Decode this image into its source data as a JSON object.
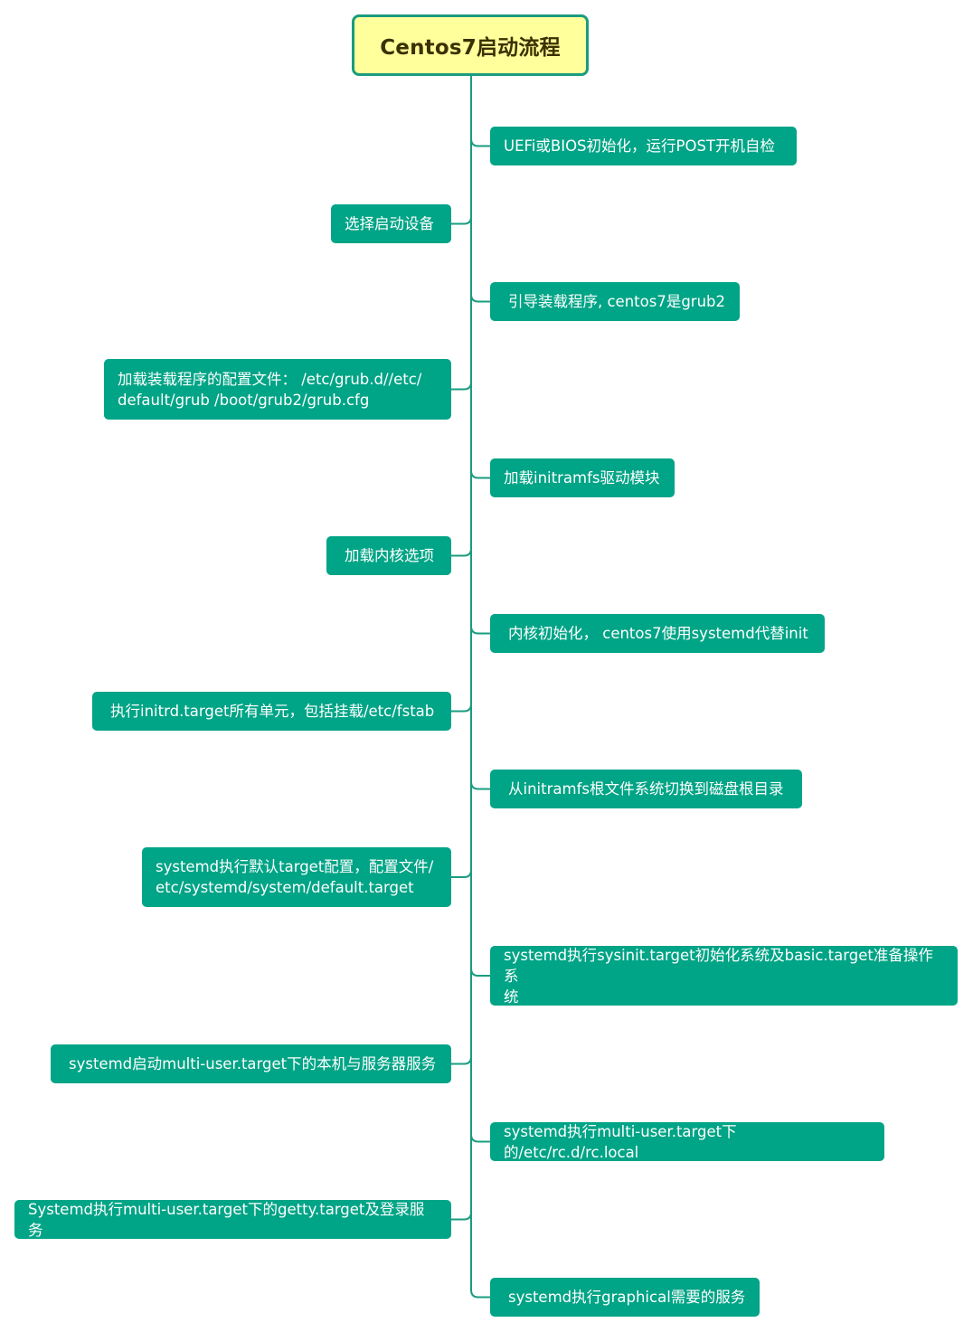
{
  "title": "Centos7启动流程",
  "colors": {
    "node_bg": "#00a486",
    "line": "#1a9c80",
    "root_bg": "#ffff9c",
    "root_text": "#3b3100"
  },
  "steps": [
    {
      "side": "right",
      "text": "UEFi或BIOS初始化，运行POST开机自检"
    },
    {
      "side": "left",
      "text": "选择启动设备"
    },
    {
      "side": "right",
      "text": "引导装载程序, centos7是grub2"
    },
    {
      "side": "left",
      "text": "加载装载程序的配置文件： /etc/grub.d//etc/\ndefault/grub /boot/grub2/grub.cfg"
    },
    {
      "side": "right",
      "text": "加载initramfs驱动模块"
    },
    {
      "side": "left",
      "text": "加载内核选项"
    },
    {
      "side": "right",
      "text": "内核初始化， centos7使用systemd代替init"
    },
    {
      "side": "left",
      "text": "执行initrd.target所有单元，包括挂载/etc/fstab"
    },
    {
      "side": "right",
      "text": "从initramfs根文件系统切换到磁盘根目录"
    },
    {
      "side": "left",
      "text": "systemd执行默认target配置，配置文件/\netc/systemd/system/default.target"
    },
    {
      "side": "right",
      "text": "systemd执行sysinit.target初始化系统及basic.target准备操作系\n统"
    },
    {
      "side": "left",
      "text": "systemd启动multi-user.target下的本机与服务器服务"
    },
    {
      "side": "right",
      "text": "systemd执行multi-user.target下的/etc/rc.d/rc.local"
    },
    {
      "side": "left",
      "text": "Systemd执行multi-user.target下的getty.target及登录服务"
    },
    {
      "side": "right",
      "text": "systemd执行graphical需要的服务"
    }
  ]
}
